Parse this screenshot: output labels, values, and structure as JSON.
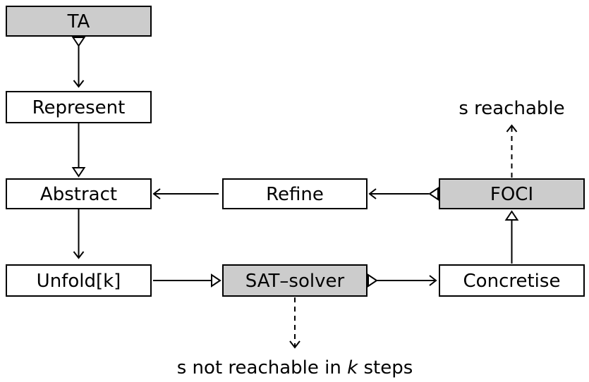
{
  "colors": {
    "highlight_fill": "#cccccc",
    "plain_fill": "#ffffff",
    "stroke": "#000000"
  },
  "nodes": {
    "ta": {
      "label": "TA",
      "highlighted": true
    },
    "represent": {
      "label": "Represent",
      "highlighted": false
    },
    "abstract": {
      "label": "Abstract",
      "highlighted": false
    },
    "refine": {
      "label": "Refine",
      "highlighted": false
    },
    "foci": {
      "label": "FOCI",
      "highlighted": true
    },
    "unfold": {
      "label": "Unfold[k]",
      "highlighted": false
    },
    "sat_solver": {
      "label": "SAT–solver",
      "highlighted": true
    },
    "concretise": {
      "label": "Concretise",
      "highlighted": false
    }
  },
  "labels": {
    "s_reachable": "s reachable",
    "not_reachable_prefix": "s not reachable in ",
    "not_reachable_k": "k",
    "not_reachable_suffix": " steps"
  }
}
